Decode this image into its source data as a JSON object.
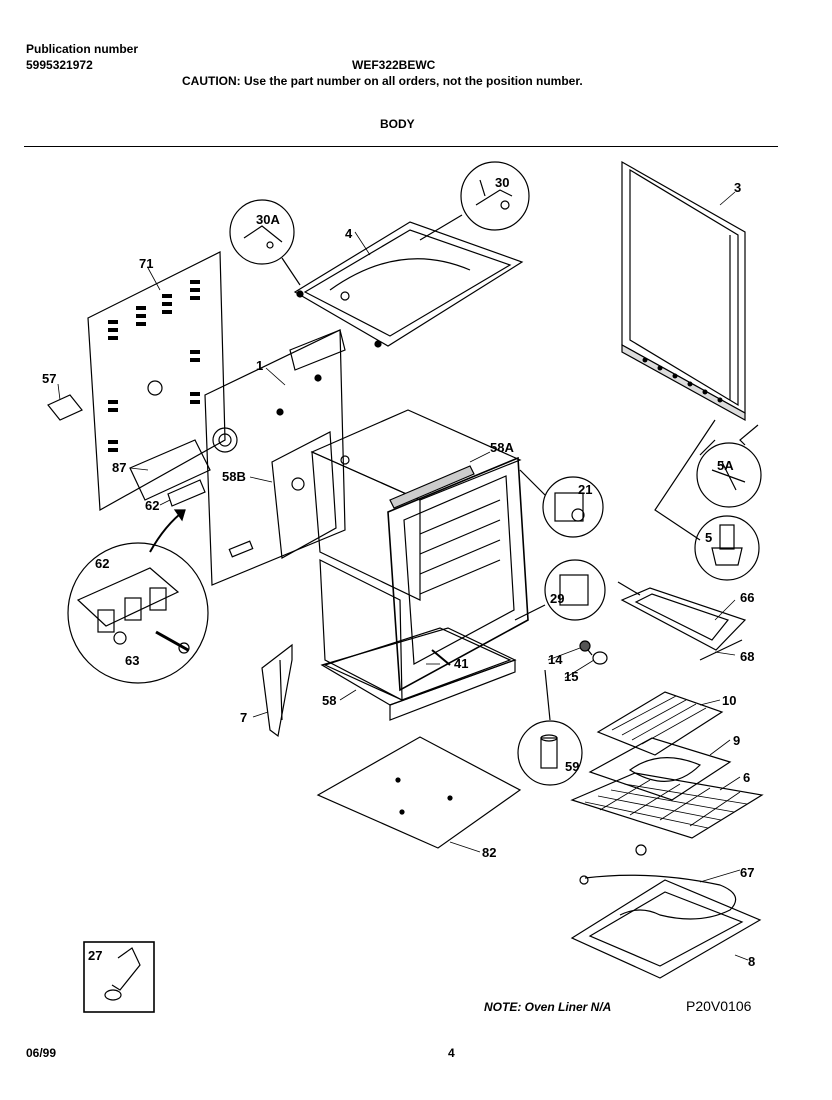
{
  "header": {
    "publication_label": "Publication number",
    "publication_number": "5995321972",
    "model": "WEF322BEWC",
    "caution": "CAUTION:  Use the part number on all orders, not the position number.",
    "section_title": "BODY"
  },
  "labels": {
    "p1": "1",
    "p3": "3",
    "p4": "4",
    "p5": "5",
    "p5A": "5A",
    "p6": "6",
    "p7": "7",
    "p8": "8",
    "p9": "9",
    "p10": "10",
    "p14": "14",
    "p15": "15",
    "p21": "21",
    "p27": "27",
    "p29": "29",
    "p30": "30",
    "p30A": "30A",
    "p41": "41",
    "p57": "57",
    "p58": "58",
    "p58A": "58A",
    "p58B": "58B",
    "p59": "59",
    "p62a": "62",
    "p62b": "62",
    "p63": "63",
    "p66": "66",
    "p67": "67",
    "p68": "68",
    "p71": "71",
    "p82": "82",
    "p87": "87"
  },
  "footer": {
    "note": "NOTE:  Oven Liner N/A",
    "diagram_code": "P20V0106",
    "date": "06/99",
    "page_number": "4"
  }
}
